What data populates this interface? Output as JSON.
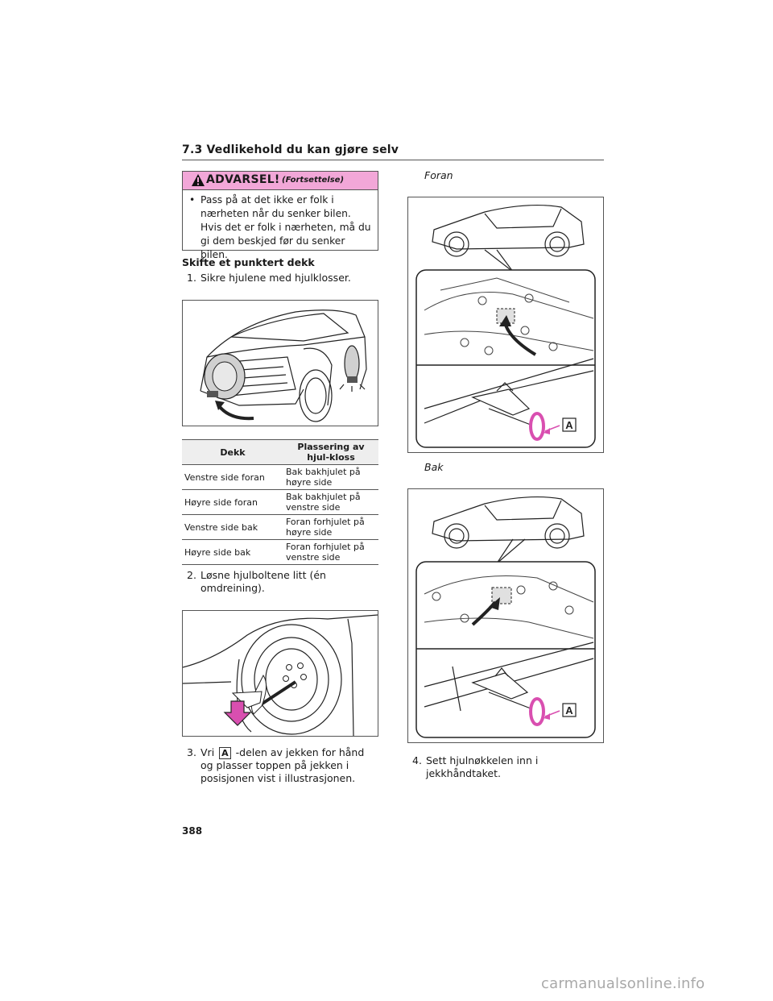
{
  "header": {
    "section_title": "7.3  Vedlikehold du kan gjøre selv"
  },
  "warning": {
    "title": "ADVARSEL!",
    "continued": "(Fortsettelse)",
    "bullet": "•",
    "text": "Pass på at det ikke er folk i nærheten når du senker bilen. Hvis det er folk i nærheten, må du gi dem beskjed før du senker bilen."
  },
  "procedure": {
    "heading": "Skifte et punktert dekk",
    "step1": {
      "num": "1.",
      "text": "Sikre hjulene med hjulklosser."
    },
    "step2": {
      "num": "2.",
      "text": "Løsne hjulboltene litt (én omdreining)."
    },
    "step3": {
      "num": "3.",
      "pre": "Vri",
      "key": "A",
      "post": "-delen av jekken for hånd og plasser toppen på jekken i posisjonen vist i illustrasjonen."
    },
    "step4": {
      "num": "4.",
      "text": "Sett hjulnøkkelen inn i jekkhåndtaket."
    }
  },
  "table": {
    "headers": [
      "Dekk",
      "Plassering av hjul-kloss"
    ],
    "rows": [
      [
        "Venstre side foran",
        "Bak bakhjulet på høyre side"
      ],
      [
        "Høyre side foran",
        "Bak bakhjulet på venstre side"
      ],
      [
        "Venstre side bak",
        "Foran forhjulet på høyre side"
      ],
      [
        "Høyre side bak",
        "Foran forhjulet på venstre side"
      ]
    ]
  },
  "figures": {
    "front_label": "Foran",
    "rear_label": "Bak",
    "callout": "A"
  },
  "footer": {
    "page_number": "388",
    "watermark": "carmanualsonline.info"
  },
  "colors": {
    "warning_header": "#f2a7d8",
    "highlight": "#d94fb0"
  }
}
